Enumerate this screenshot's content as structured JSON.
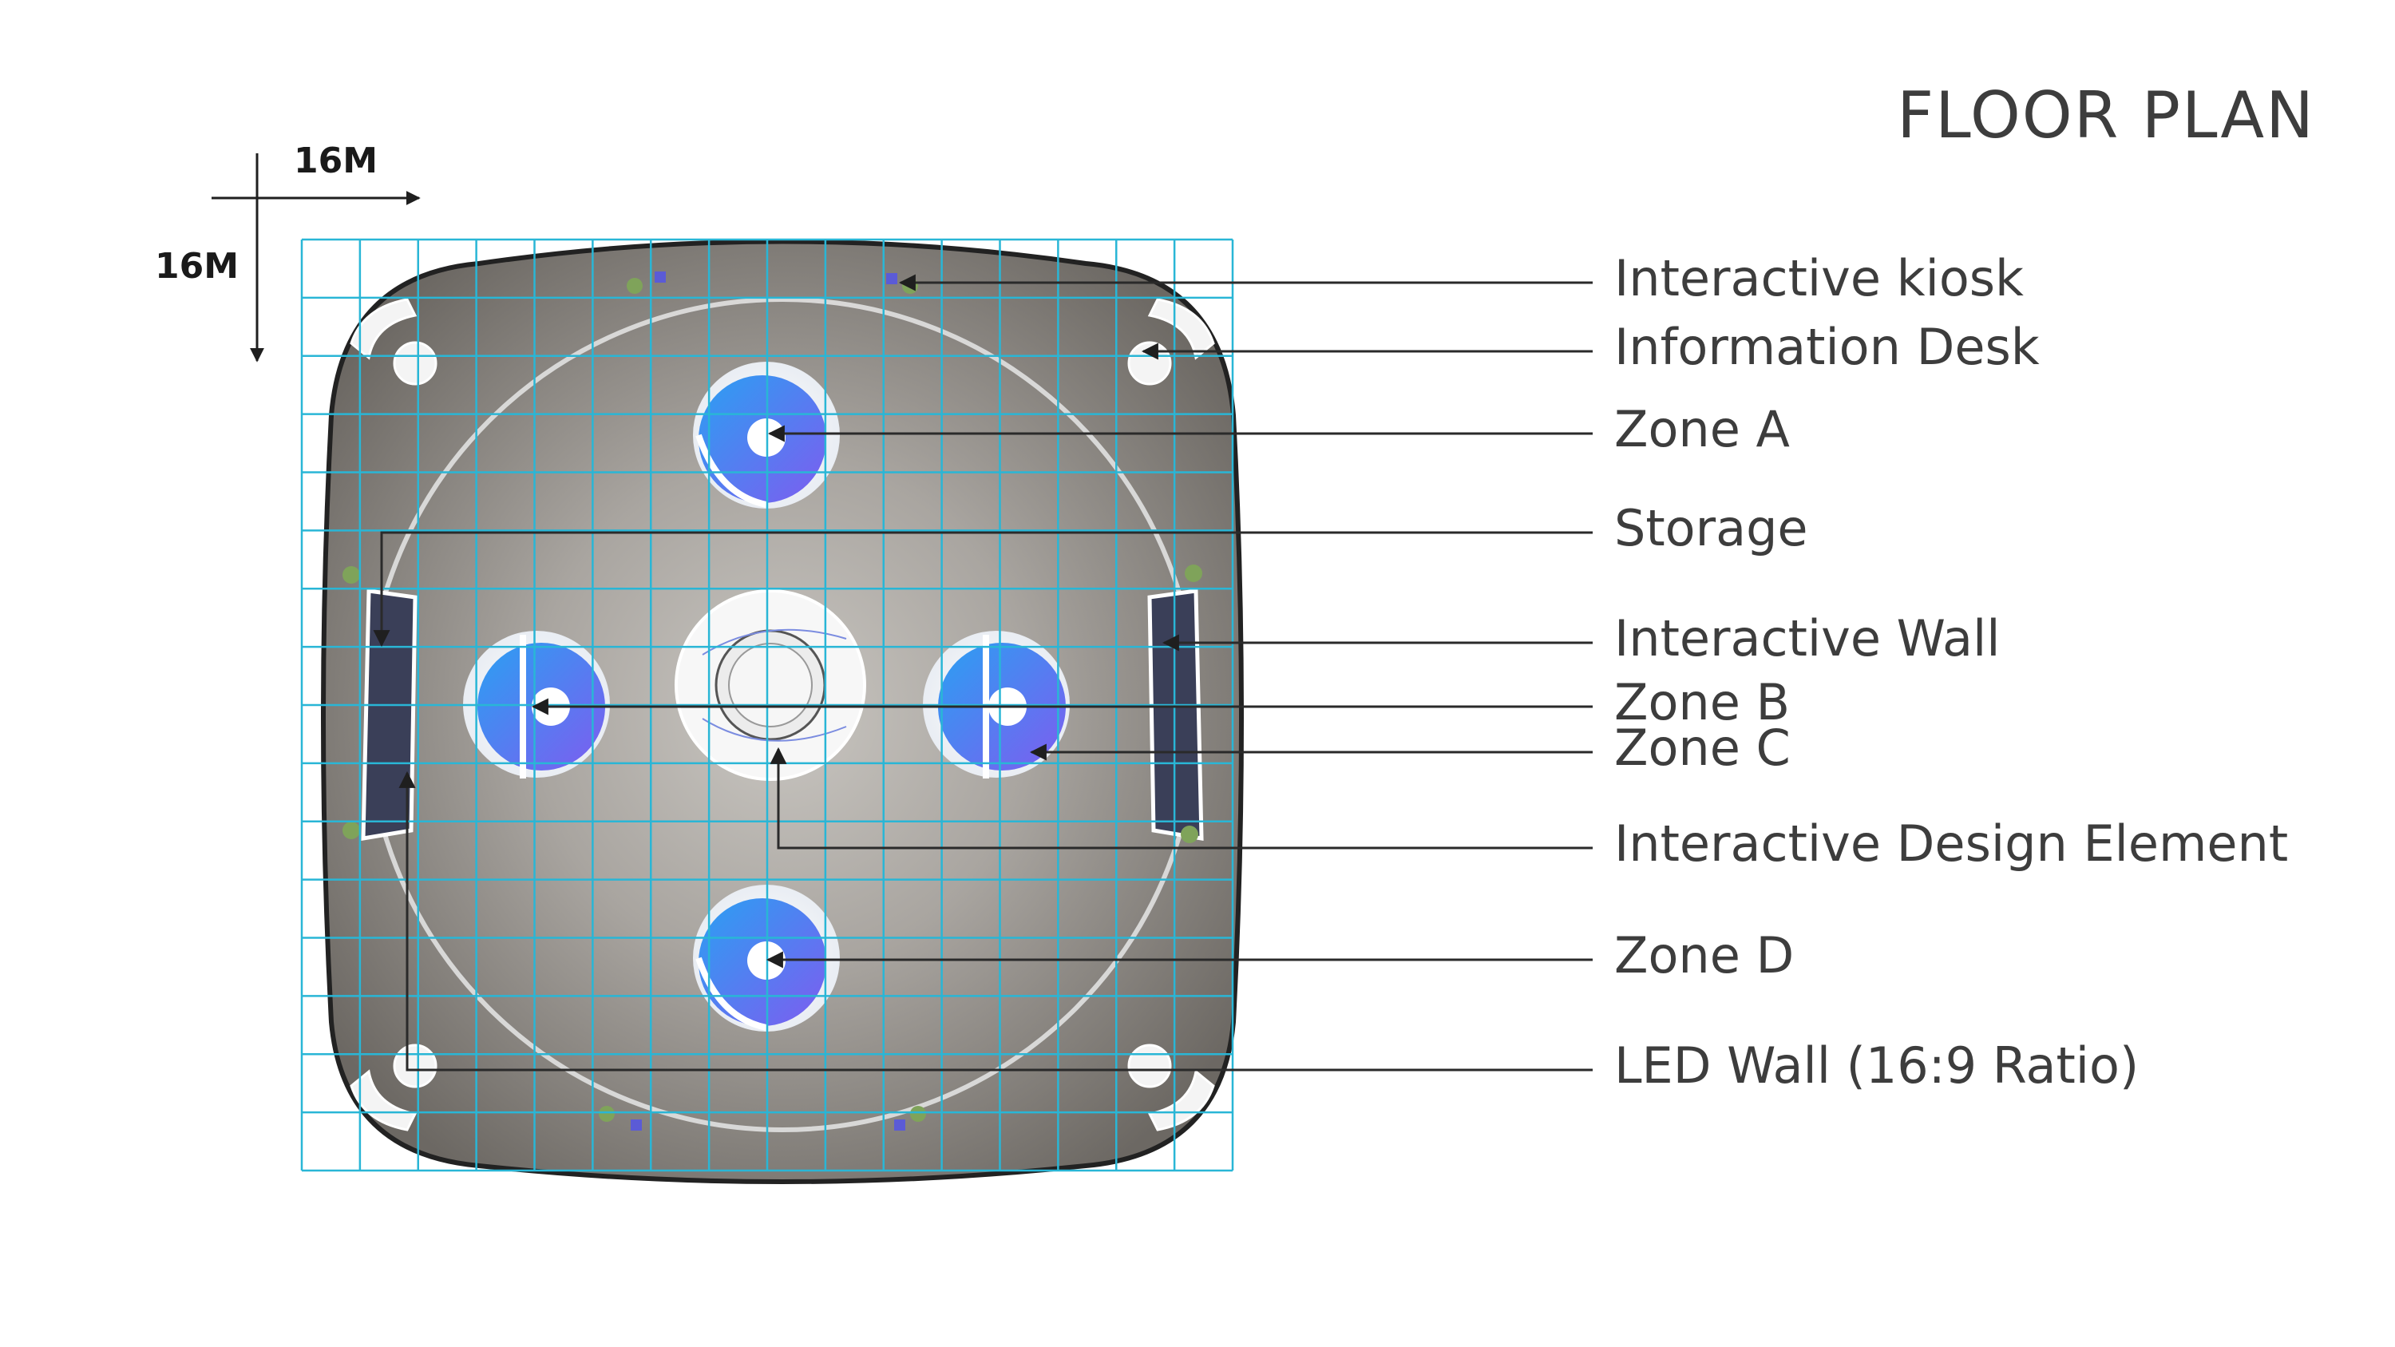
{
  "page": {
    "title": "FLOOR PLAN",
    "dimension_horizontal": "16M",
    "dimension_vertical": "16M"
  },
  "colors": {
    "grid": "#29b6d6",
    "floor": "#7c7873",
    "zone_accent": "#3c8ef5",
    "zone_accent_alt": "#7e5cf0",
    "leader_line": "#2a2a2a",
    "label_text": "#3d3d3d"
  },
  "legend": {
    "items": [
      {
        "id": "interactive-kiosk",
        "label": "Interactive kiosk"
      },
      {
        "id": "information-desk",
        "label": "Information Desk"
      },
      {
        "id": "zone-a",
        "label": "Zone A"
      },
      {
        "id": "storage",
        "label": "Storage"
      },
      {
        "id": "interactive-wall",
        "label": "Interactive Wall"
      },
      {
        "id": "zone-b",
        "label": "Zone B"
      },
      {
        "id": "zone-c",
        "label": "Zone C"
      },
      {
        "id": "interactive-design-element",
        "label": "Interactive Design Element"
      },
      {
        "id": "zone-d",
        "label": "Zone D"
      },
      {
        "id": "led-wall",
        "label": "LED Wall (16:9 Ratio)"
      }
    ]
  }
}
